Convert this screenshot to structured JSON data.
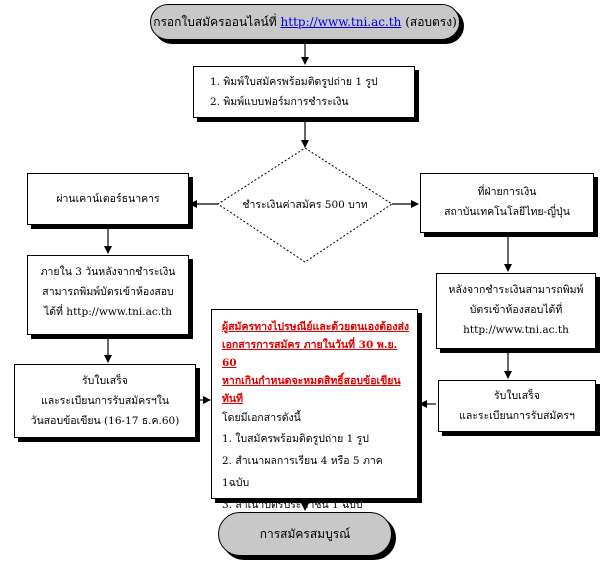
{
  "start": {
    "label": "กรอกใบสมัครออนไลน์ที่",
    "url": "http://www.tni.ac.th",
    "suffix": "(สอบตรง)"
  },
  "step_print": {
    "line1": "1.  พิมพ์ใบสมัครพร้อมติดรูปถ่าย 1 รูป",
    "line2": "2.  พิมพ์แบบฟอร์มการชำระเงิน"
  },
  "decision": {
    "label": "ชำระเงินค่าสมัคร 500 บาท"
  },
  "bank_counter": {
    "label": "ผ่านเคาน์เตอร์ธนาคาร"
  },
  "finance_dept": {
    "line1": "ที่ฝ่ายการเงิน",
    "line2": "สถาบันเทคโนโลยีไทย-ญี่ปุ่น"
  },
  "left_print_card": {
    "line1": "ภายใน 3 วันหลังจากชำระเงิน",
    "line2": "สามารถพิมพ์บัตรเข้าห้องสอบ",
    "line3": "ได้ที่  http://www.tni.ac.th"
  },
  "right_print_card": {
    "line1": "หลังจากชำระเงินสามารถพิมพ์",
    "line2": "บัตรเข้าห้องสอบได้ที่",
    "line3": "http://www.tni.ac.th"
  },
  "left_receipt": {
    "line1": "รับใบเสร็จ",
    "line2": "และระเบียนการรับสมัครฯใน",
    "line3": "วันสอบข้อเขียน (16-17 ธ.ค.60)"
  },
  "right_receipt": {
    "line1": "รับใบเสร็จ",
    "line2": "และระเบียนการรับสมัครฯ"
  },
  "documents": {
    "red1": "ผู้สมัครทางไปรษณีย์และด้วยตนเองต้องส่ง",
    "red2": "เอกสารการสมัคร ภายในวันที่ 30 พ.ย. 60",
    "red3": "หากเกินกำหนดจะหมดสิทธิ์สอบข้อเขียนทันที",
    "intro": "โดยมีเอกสารดังนี้",
    "item1": "1. ใบสมัครพร้อมติดรูปถ่าย 1 รูป",
    "item2": "2. สำเนาผลการเรียน 4 หรือ 5 ภาค 1ฉบับ",
    "item3": "3. สำเนาบัตรประชาชน  1 ฉบับ"
  },
  "end": {
    "label": "การสมัครสมบูรณ์"
  }
}
